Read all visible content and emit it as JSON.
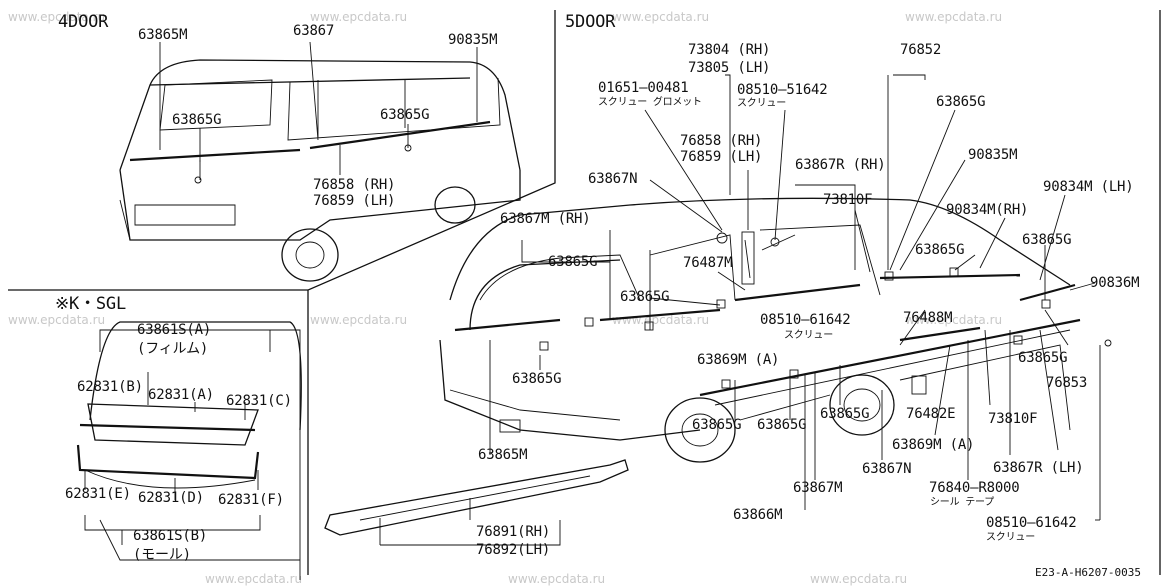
{
  "watermark": "www.epcdata.ru",
  "sections": {
    "four_door": "4DOOR",
    "five_door": "5DOOR",
    "special": "※K・SGL"
  },
  "labels": {
    "p63865M_4d": "63865M",
    "p63867_4d": "63867",
    "p90835M_4d": "90835M",
    "p63865G_4d_a": "63865G",
    "p63865G_4d_b": "63865G",
    "p76858_4d": "76858 (RH)",
    "p76859_4d": "76859 (LH)",
    "p63861SA": "63861S(A)",
    "film": "(フィルム)",
    "p62831B": "62831(B)",
    "p62831A": "62831(A)",
    "p62831C": "62831(C)",
    "p62831E": "62831(E)",
    "p62831D": "62831(D)",
    "p62831F": "62831(F)",
    "p63861SB": "63861S(B)",
    "mall": "(モール)",
    "p73804": "73804 (RH)",
    "p73805": "73805 (LH)",
    "p01651": "01651—00481",
    "screw_grommet": "スクリュー グロメット",
    "p08510_top": "08510—51642",
    "screw_top": "スクリュー",
    "p76852": "76852",
    "p63865G_5d_tr": "63865G",
    "p76858_5d": "76858 (RH)",
    "p76859_5d": "76859 (LH)",
    "p63867N_top": "63867N",
    "p63867R_RH": "63867R (RH)",
    "p90835M_5d": "90835M",
    "p73810F_top": "73810F",
    "p90834M_LH": "90834M (LH)",
    "p90834M_RH": "90834M(RH)",
    "p63867M_RH": "63867M (RH)",
    "p63865G_r1": "63865G",
    "p63865G_r2": "63865G",
    "p63865G_mid": "63865G",
    "p76487M": "76487M",
    "p63865G_mid2": "63865G",
    "p90836M": "90836M",
    "p08510_mid": "08510—61642",
    "screw_mid": "スクリュー",
    "p76488M": "76488M",
    "p63869M_A_1": "63869M (A)",
    "p63865G_l": "63865G",
    "p63865G_rr": "63865G",
    "p76853": "76853",
    "p76482E": "76482E",
    "p73810F_bot": "73810F",
    "p63865G_b1": "63865G",
    "p63865G_b2": "63865G",
    "p63865G_b3": "63865G",
    "p63869M_A_2": "63869M (A)",
    "p63865M_5d": "63865M",
    "p63867N_bot": "63867N",
    "p63867R_LH": "63867R (LH)",
    "p63867M": "63867M",
    "p76840": "76840—R8000",
    "seal_tape": "シール テープ",
    "p63866M": "63866M",
    "p08510_bot": "08510—61642",
    "screw_bot": "スクリュー",
    "p76891": "76891(RH)",
    "p76892": "76892(LH)"
  },
  "reference": "E23-A-H6207-0035"
}
